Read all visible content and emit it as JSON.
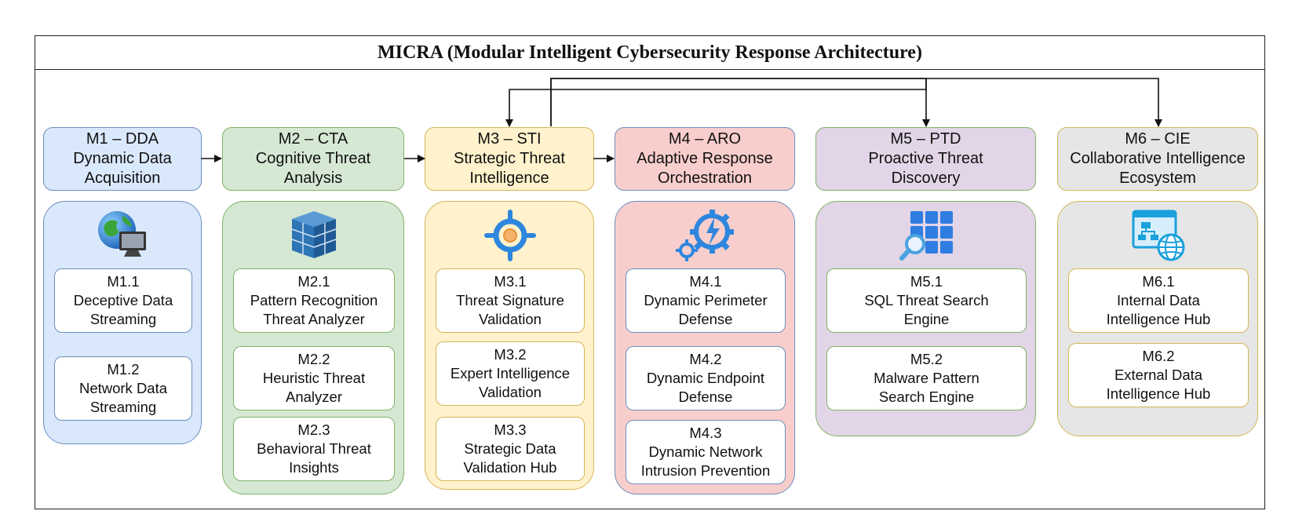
{
  "title": "MICRA (Modular Intelligent Cybersecurity Response Architecture)",
  "modules": [
    {
      "id": "M1",
      "head": [
        "M1 – DDA",
        "Dynamic Data",
        "Acquisition"
      ],
      "icon": "globe-computer-icon",
      "fill": "#dae8fc",
      "stroke": "#6c8ebf",
      "subs": [
        [
          "M1.1",
          "Deceptive Data",
          "Streaming"
        ],
        [
          "M1.2",
          "Network Data",
          "Streaming"
        ]
      ]
    },
    {
      "id": "M2",
      "head": [
        "M2 – CTA",
        "Cognitive Threat",
        "Analysis"
      ],
      "icon": "stacked-cubes-icon",
      "fill": "#d5e8d4",
      "stroke": "#82b366",
      "subs": [
        [
          "M2.1",
          "Pattern Recognition",
          "Threat Analyzer"
        ],
        [
          "M2.2",
          "Heuristic Threat",
          "Analyzer"
        ],
        [
          "M2.3",
          "Behavioral Threat",
          "Insights"
        ]
      ]
    },
    {
      "id": "M3",
      "head": [
        "M3 – STI",
        "Strategic Threat",
        "Intelligence"
      ],
      "icon": "crosshair-target-icon",
      "fill": "#fff2cc",
      "stroke": "#d6b656",
      "subs": [
        [
          "M3.1",
          "Threat Signature",
          "Validation"
        ],
        [
          "M3.2",
          "Expert Intelligence",
          "Validation"
        ],
        [
          "M3.3",
          "Strategic Data",
          "Validation Hub"
        ]
      ]
    },
    {
      "id": "M4",
      "head": [
        "M4 – ARO",
        "Adaptive Response",
        "Orchestration"
      ],
      "icon": "gears-lightning-icon",
      "fill": "#f8cecc",
      "stroke": "#6c8ebf",
      "subs": [
        [
          "M4.1",
          "Dynamic Perimeter",
          "Defense"
        ],
        [
          "M4.2",
          "Dynamic Endpoint",
          "Defense"
        ],
        [
          "M4.3",
          "Dynamic Network",
          "Intrusion Prevention"
        ]
      ]
    },
    {
      "id": "M5",
      "head": [
        "M5 – PTD",
        "Proactive Threat",
        "Discovery"
      ],
      "icon": "grid-search-icon",
      "fill": "#e1d5e7",
      "stroke": "#82b366",
      "subs": [
        [
          "M5.1",
          "SQL Threat Search",
          "Engine"
        ],
        [
          "M5.2",
          "Malware Pattern",
          "Search Engine"
        ]
      ]
    },
    {
      "id": "M6",
      "head": [
        "M6 – CIE",
        "Collaborative Intelligence",
        "Ecosystem"
      ],
      "icon": "network-globe-icon",
      "fill": "#e6e6e6",
      "stroke": "#d6b656",
      "subs": [
        [
          "M6.1",
          "Internal Data",
          "Intelligence Hub"
        ],
        [
          "M6.2",
          "External Data",
          "Intelligence Hub"
        ]
      ]
    }
  ]
}
